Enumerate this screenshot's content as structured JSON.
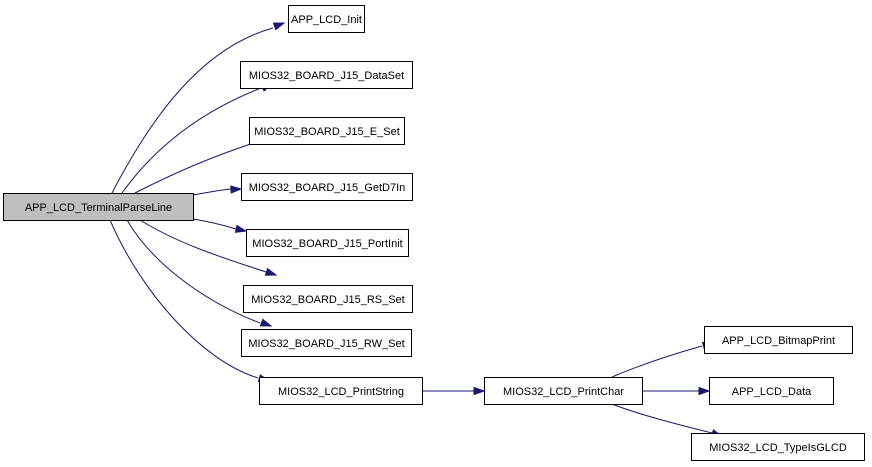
{
  "diagram": {
    "nodes": [
      {
        "id": "root",
        "label": "APP_LCD_TerminalParseLine",
        "highlighted": true
      },
      {
        "id": "n1",
        "label": "APP_LCD_Init"
      },
      {
        "id": "n2",
        "label": "MIOS32_BOARD_J15_DataSet"
      },
      {
        "id": "n3",
        "label": "MIOS32_BOARD_J15_E_Set"
      },
      {
        "id": "n4",
        "label": "MIOS32_BOARD_J15_GetD7In"
      },
      {
        "id": "n5",
        "label": "MIOS32_BOARD_J15_PortInit"
      },
      {
        "id": "n6",
        "label": "MIOS32_BOARD_J15_RS_Set"
      },
      {
        "id": "n7",
        "label": "MIOS32_BOARD_J15_RW_Set"
      },
      {
        "id": "n8",
        "label": "MIOS32_LCD_PrintString"
      },
      {
        "id": "n9",
        "label": "MIOS32_LCD_PrintChar"
      },
      {
        "id": "n10",
        "label": "APP_LCD_BitmapPrint"
      },
      {
        "id": "n11",
        "label": "APP_LCD_Data"
      },
      {
        "id": "n12",
        "label": "MIOS32_LCD_TypeIsGLCD"
      }
    ],
    "edges": [
      {
        "from": "root",
        "to": "n1"
      },
      {
        "from": "root",
        "to": "n2"
      },
      {
        "from": "root",
        "to": "n3"
      },
      {
        "from": "root",
        "to": "n4"
      },
      {
        "from": "root",
        "to": "n5"
      },
      {
        "from": "root",
        "to": "n6"
      },
      {
        "from": "root",
        "to": "n7"
      },
      {
        "from": "root",
        "to": "n8"
      },
      {
        "from": "n8",
        "to": "n9"
      },
      {
        "from": "n9",
        "to": "n10"
      },
      {
        "from": "n9",
        "to": "n11"
      },
      {
        "from": "n9",
        "to": "n12"
      }
    ],
    "colors": {
      "edge": "#191970",
      "node_fill": "#ffffff",
      "highlight_fill": "#bfbfbf",
      "border": "#000000"
    }
  }
}
